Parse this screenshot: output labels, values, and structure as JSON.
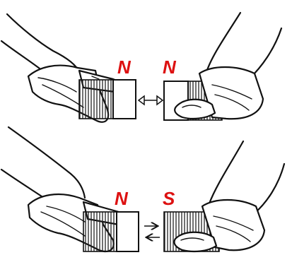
{
  "colors": {
    "pole_label": "#dd1111",
    "ink": "#111111",
    "background": "#ffffff"
  },
  "panels": [
    {
      "left_magnet": {
        "pole": "N"
      },
      "right_magnet": {
        "pole": "N"
      },
      "force": "repel"
    },
    {
      "left_magnet": {
        "pole": "N"
      },
      "right_magnet": {
        "pole": "S"
      },
      "force": "attract"
    }
  ]
}
